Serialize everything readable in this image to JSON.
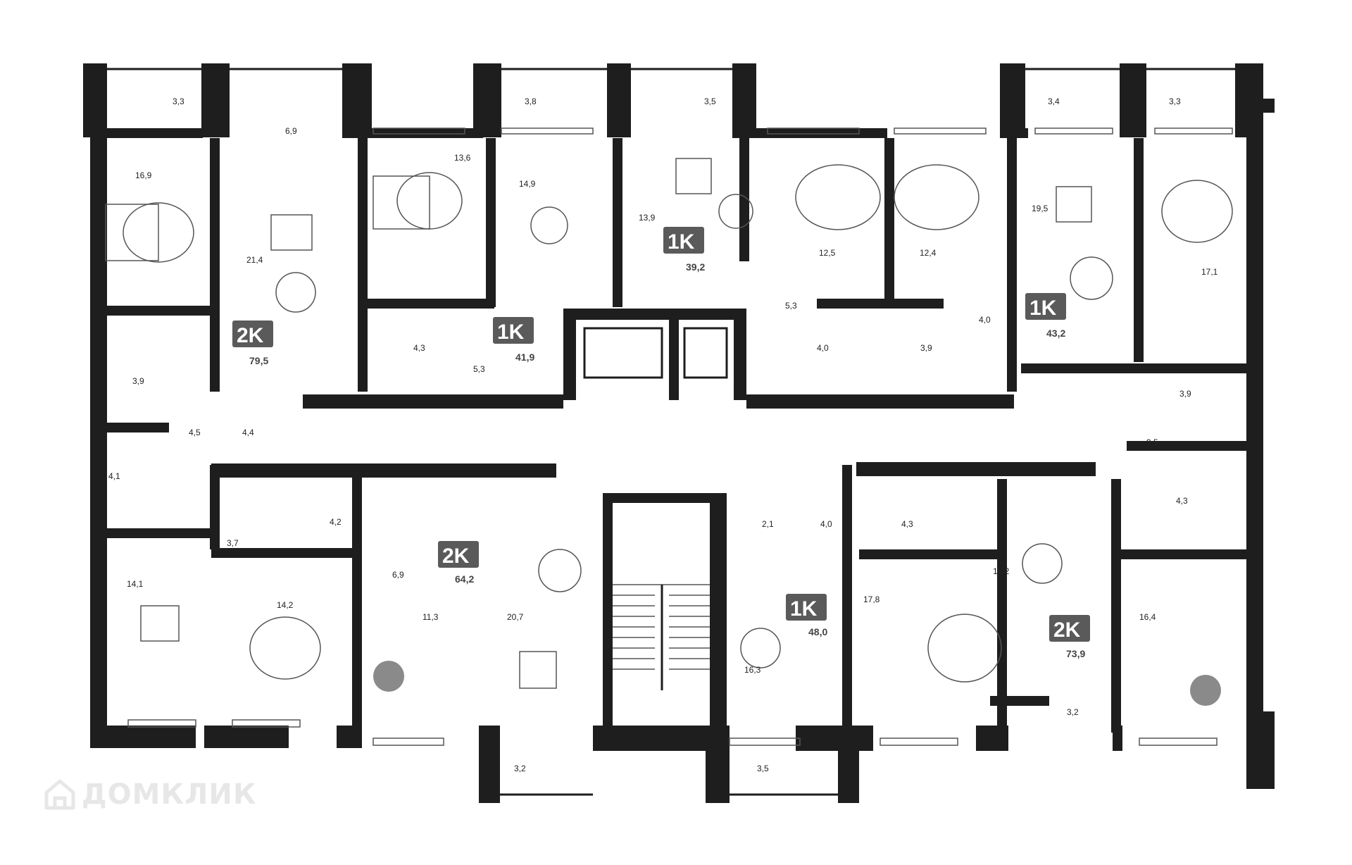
{
  "watermark": {
    "text": "ДОМКЛИК",
    "icon": "house-icon"
  },
  "apartments": [
    {
      "id": "apt-2k-79",
      "type": "2K",
      "total": "79,5"
    },
    {
      "id": "apt-1k-41",
      "type": "1K",
      "total": "41,9"
    },
    {
      "id": "apt-1k-39",
      "type": "1K",
      "total": "39,2"
    },
    {
      "id": "apt-1k-43",
      "type": "1K",
      "total": "43,2"
    },
    {
      "id": "apt-2k-64",
      "type": "2K",
      "total": "64,2"
    },
    {
      "id": "apt-1k-48",
      "type": "1K",
      "total": "48,0"
    },
    {
      "id": "apt-2k-73",
      "type": "2K",
      "total": "73,9"
    }
  ],
  "rooms": [
    "3,3",
    "6,9",
    "3,8",
    "3,5",
    "3,4",
    "3,3",
    "16,9",
    "21,4",
    "13,6",
    "14,9",
    "13,9",
    "12,5",
    "12,4",
    "19,5",
    "17,1",
    "4,3",
    "5,3",
    "5,3",
    "4,0",
    "3,9",
    "4,0",
    "3,9",
    "4,5",
    "4,4",
    "4,1",
    "3,9",
    "9,5",
    "4,3",
    "3,7",
    "4,2",
    "2,1",
    "4,0",
    "4,3",
    "6,9",
    "14,1",
    "14,2",
    "11,3",
    "20,7",
    "16,3",
    "17,8",
    "16,2",
    "16,4",
    "3,2",
    "3,5",
    "3,2"
  ]
}
